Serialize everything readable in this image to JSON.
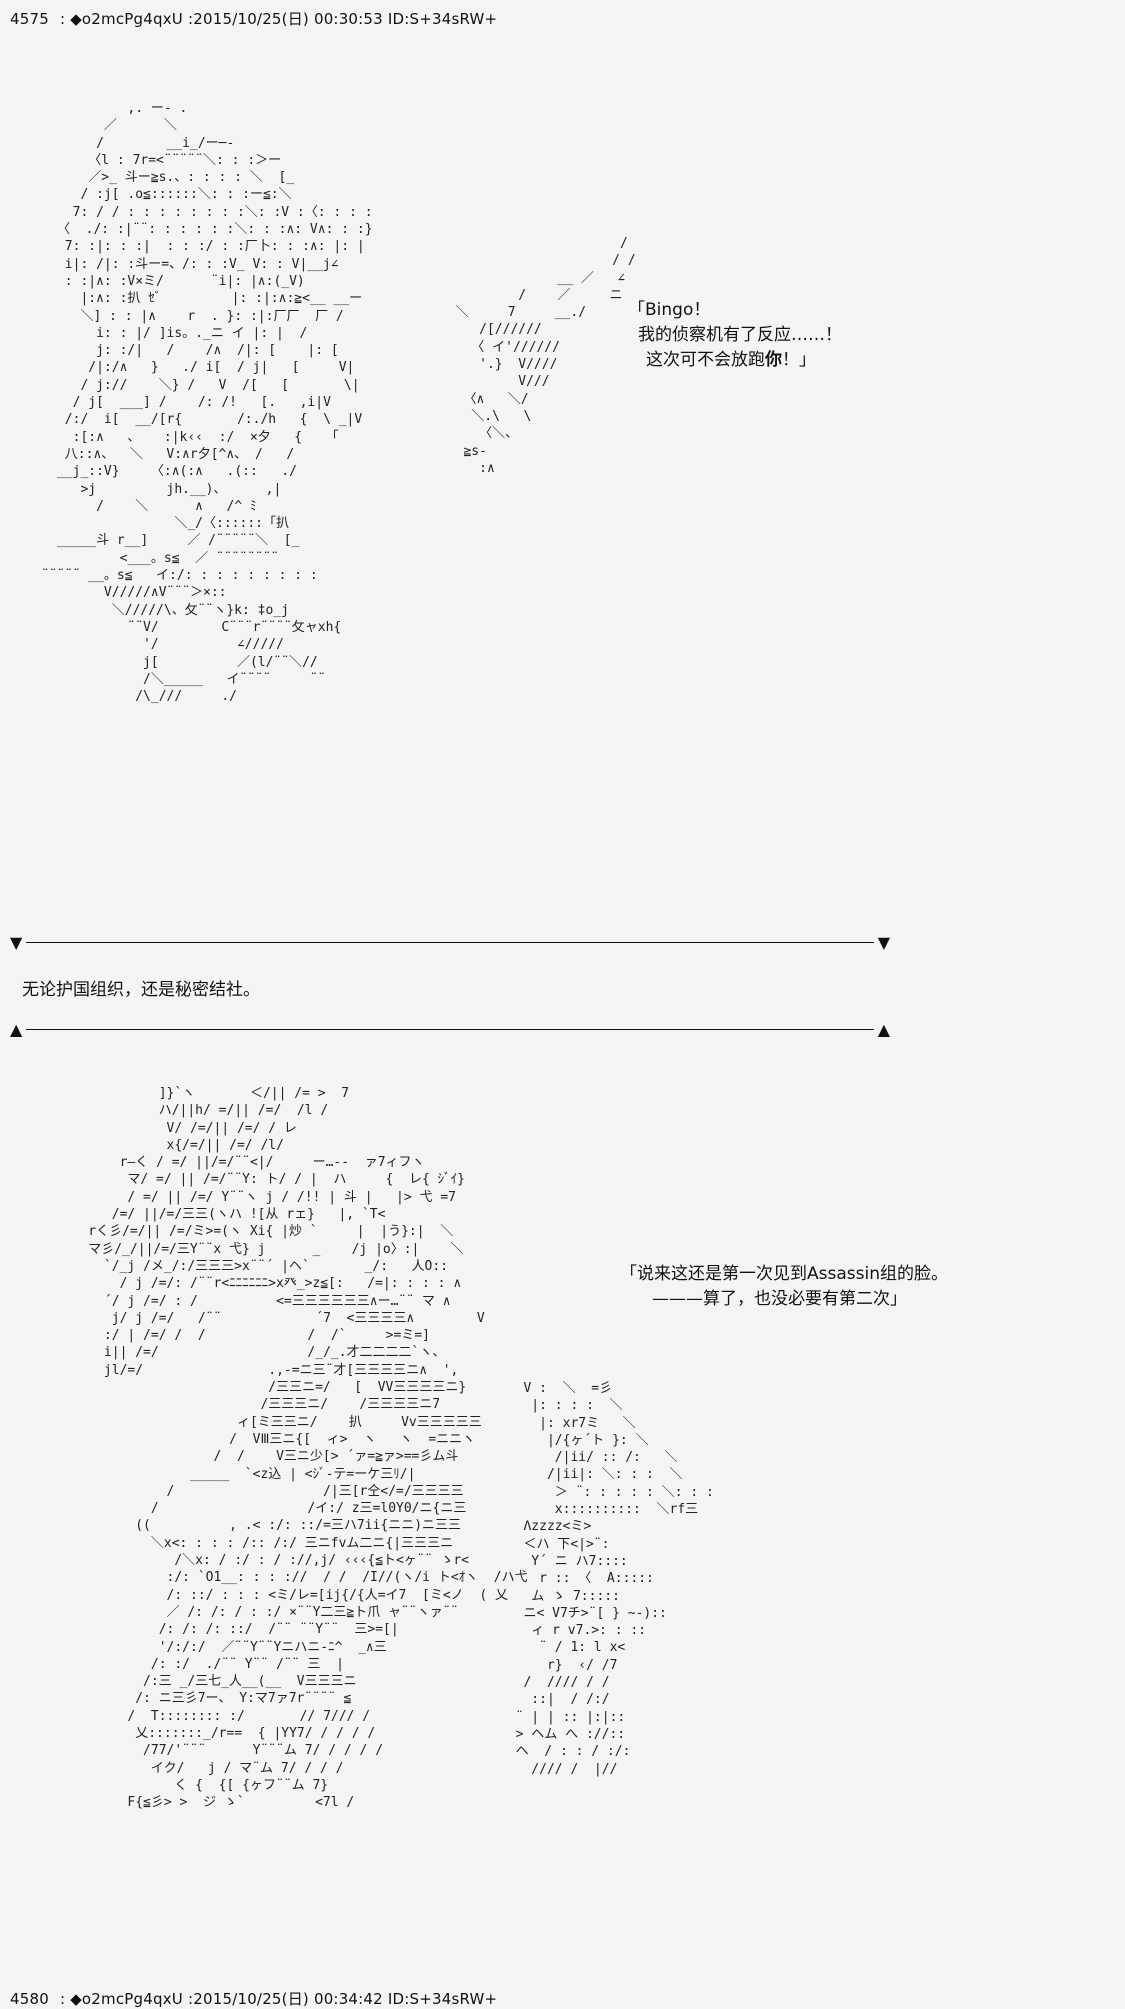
{
  "post1": {
    "number": "4575",
    "sep": ":",
    "name": "◆o2mcPg4qxU",
    "datetime": ":2015/10/25(日) 00:30:53",
    "id": "ID:S+34sRW+"
  },
  "speech1": {
    "line1": "「Bingo！",
    "line2": "我的侦察机有了反应……！",
    "line3_pre": "这次可不会放跑",
    "line3_bold": "你",
    "line3_post": "！」"
  },
  "divider_top": {
    "left": "▼",
    "right": "▼"
  },
  "narration": "无论护国组织，还是秘密结社。",
  "divider_bottom": {
    "left": "▲",
    "right": "▲"
  },
  "speech2": {
    "line1": "「说来这还是第一次见到Assassin组的脸。",
    "line2": "———算了，也没必要有第二次」"
  },
  "post2": {
    "number": "4580",
    "sep": ":",
    "name": "◆o2mcPg4qxU",
    "datetime": ":2015/10/25(日) 00:34:42",
    "id": "ID:S+34sRW+"
  },
  "art1": "               ,. ー- .\n            ／      ＼\n           /        __i_/ー─-\n          〈l : 7r=<¨¨¨¨¨＼: : :＞ー\n          ／>_ 斗ー≧s.、: : : : ＼  [_\n         / :j[ .o≦::::::＼: : :ー≦:＼\n        7: / / : : : : : : : :＼: :V :〈: : : :\n      〈  ./: :|¨¨: : : : : :＼: : :∧: V∧: : :}\n       7: :|: : :|  : : :/ : :厂卜: : :∧: |: |\n       i|: /|: :斗ー=、/: : :V_ V: : V|__j∠\n       : :|∧: :V×ミ/      ¨i|: |∧:(_V)\n         |:∧: :扒 ｾﾞ         |: :|:∧:≧<__ __ー\n         ＼] : : |∧    r  . }: :|:厂厂  厂 /\n           i: : |/ ]is。._ニ イ |: |  /\n           j: :/|   /    /∧  /|: [    |: [\n          /|:/∧   }   ./ i[  / j|   [     V|\n         / j://    ＼} /   V  /[   [       \\|\n        / j[  ___] /    /: /!   [.   ,i|V\n       /:/  i[  __/[r{       /:./h   {  \\ _|V\n        :[:∧   、   :|k‹‹  :/  ×夕   {   「\n       八::∧、  ＼   V:∧r夕[^∧、 /   /\n      __j_::V}    〈:∧(:∧   .(::   ./\n         >j         jh.__)、     ,|\n           /    ＼      ∧   /^ ﾐ\n                     ＼_/〈::::::「扒\n      _____斗 r__]     ／ /¨¨¨¨¨＼  [_\n              <___。s≦  ／ ¨¨¨¨¨¨¨¨\n    ¨¨¨¨¨ __。s≦   イ:/: : : : : : : : :\n            V/////∧V¨¨¨＞×::\n             ＼/////\\、攵¨¨ヽ}k: ‡o_j\n               ¨¨V/        C¨¨¨r¨¨¨¨攵ャxh{\n                 '/          ∠/////\n                 j[          ／(l/¨¨＼//\n                 /＼_____   イ¨¨¨¨     ¨¨\n                /\\_///     ./",
  "art1b": "                       /\n                      / /\n               __ ／   ∠\n          /    ／     ニ\n  ＼     7     __./\n     /[//////\n    〈 イ'//////\n     '.}  V////\n          V///\n   〈∧   ＼/\n    ＼.\\   \\\n     〈＼、\n   ≧s-\n     :∧",
  "art2": "                   ]}`ヽ       ＜/|| /= >  7\n                   ハ/||h/ =/|| /=/  /l /\n                    V/ /=/|| /=/ / レ\n                    x{/=/|| /=/ /l/\n              r―く / =/ ||/=/¨¨<|/     ー…--  ァ7ィフヽ\n               マ/ =/ || /=/¨¨Y: ト/ / |  ハ     {  レ{ ｼﾞｲ}\n               / =/ || /=/ Y¨¨ヽ j / /!! | 斗 |   |> 弋 =7\n             /=/ ||/=/三三(ヽハ ![从 rェ}   |, `T<\n          rく彡/=/|| /=/ミ>=(ヽ Xi{ |炒 `     |  |う}:|  ＼\n          マ彡/_/||/=/三Y¨¨x 弋} j      _    /j |o〉:|    ＼\n            `/_j /メ_/:/三三三>x¨¨´ |ヘ`       _/:   人O::\n              / j /=/: /¨¨r<ﾆﾆﾆﾆﾆﾆ>x癶_>z≦[:   /=|: : : : ∧\n            ´/ j /=/ : /          <=三三三三三三∧ー…¨¨ マ ∧\n             j/ j /=/   /¨¨            ´7  <三三三三∧        V\n            :/ | /=/ /  /             /  /`     >=ミ=]\n            i|| /=/                   /_/_.才二二二二`ヽ、\n            jl/=/                .,-=ニ三¨才[三三三三ニ∧  ',\n                                 /三三ニ=/   [  VV三三三三ニ}\n                                /三三三ニ/    /三三三三ニ7\n                             ィ[ミ三三ニ/    扒     Vv三三三三三\n                            /  VⅢ三ニ{[  ィ>  ヽ   ヽ  =ニニヽ\n                          /  /    V三ニ少[> ´ァ=≧ァ>==彡ム斗\n                       _____  `<z込 | <ｼﾞ-テ=ーケ三ﾘ/|\n                    /                   /|三[r仝</=/三三三三\n                  /                   /イ:/ z三=l0Y0/ニ{ニ三\n                ((          , .< :/: ::/=三ハ7ii{ニニ)ニ三三\n                  ＼x<: : : : /:: /:/ 三ニfvム二ニ{|三三三ニ\n                     /＼x: / :/ : / ://,j/ ‹‹‹{≦ト<ヶ¨¨ ゝr<\n                    :/: `O1__: : : ://  / /  /I//(ヽ/i ト<ｵヽ  /ハ弋\n                    /: ::/ : : : <ミ/レ=[ij{/{人=イ7  [ミ<ノ  ( 乂\n                    ／ /: /: / : :/ ×¨¨Y二三≧ト爪 ャ¨¨ヽァ¨¨\n                   /: /: /: ::/  /¨¨ ¨¨Y¨¨  三>=[|\n                   '/:/:/  ／¨¨Y¨¨Yニハニ-ﾆ^  _∧三\n                  /: :/  ./¨¨ Y¨¨ /¨¨ 三  |\n                 /:三 _/三七_人__(__  V三三三ニ\n                /: ニ三彡7ー、 Y:マ7ァ7r¨¨¨¨ ≦\n               /  T:::::::: :/       // 7/// /\n                乂:::::::_/r==  { |YY7/ / / / /\n                 /77/'¨¨¨      Y¨¨¨ム 7/ / / / /\n                  イク/   j / マ¨ム 7/ / / /\n                     く {  {[ {ヶフ¨¨ム 7}\n               F{≦彡> >  ジ ゝ`         <7l /",
  "art2b": "   V :  ＼  =彡\n    |: : : :  ＼\n     |: xr7ミ   ＼\n      |/{ヶ´ト }: ＼\n       /|ii/ :: /:   ＼\n      /|ii|: ＼: : :  ＼\n       ＞ ¨: : : : : ＼: : :\n       x::::::::::  ＼rf三\n   Λzzzz<ミ>\n   ＜ハ 下<|>¨:\n    Y´ ニ ハ7::::\n     r :: 〈  A:::::\n    ム ゝ 7:::::\n   ニ< V7チ>¨[ } ~-)::\n    ィ r v7.>: : ::\n     ¨ / 1: l x<\n      r}  ‹/ /7\n   /  //// / /\n    ::|  / /:/\n  ¨ | | :: |:|::\n  > ヘム へ ://::\n  ヘ  / : : / :/:\n    //// /  |//"
}
